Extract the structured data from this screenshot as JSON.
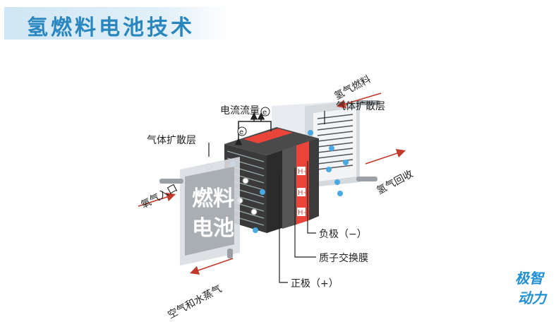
{
  "title": "氢燃料电池技术",
  "panel_text": [
    "燃料",
    "电池"
  ],
  "labels": {
    "current_flow": "电流流量",
    "hydrogen_fuel": "氢气燃料",
    "gas_diffusion_right": "气体扩散层",
    "gas_diffusion_left": "气体扩散层",
    "oxygen_inlet": "氧气入口",
    "hydrogen_return": "氢气回收",
    "anode": "负极（−）",
    "membrane": "质子交换膜",
    "cathode": "正极（+）",
    "air_water": "空气和水蒸气",
    "electron": "e",
    "proton": "H+"
  },
  "brand": [
    "极智",
    "动力"
  ],
  "colors": {
    "title_blue": "#2a86bf",
    "arrow_red": "#c0392b",
    "membrane_red": "#e8443a",
    "stack_dark": "#2b2b2b",
    "blue_dot": "#49a9e0"
  }
}
